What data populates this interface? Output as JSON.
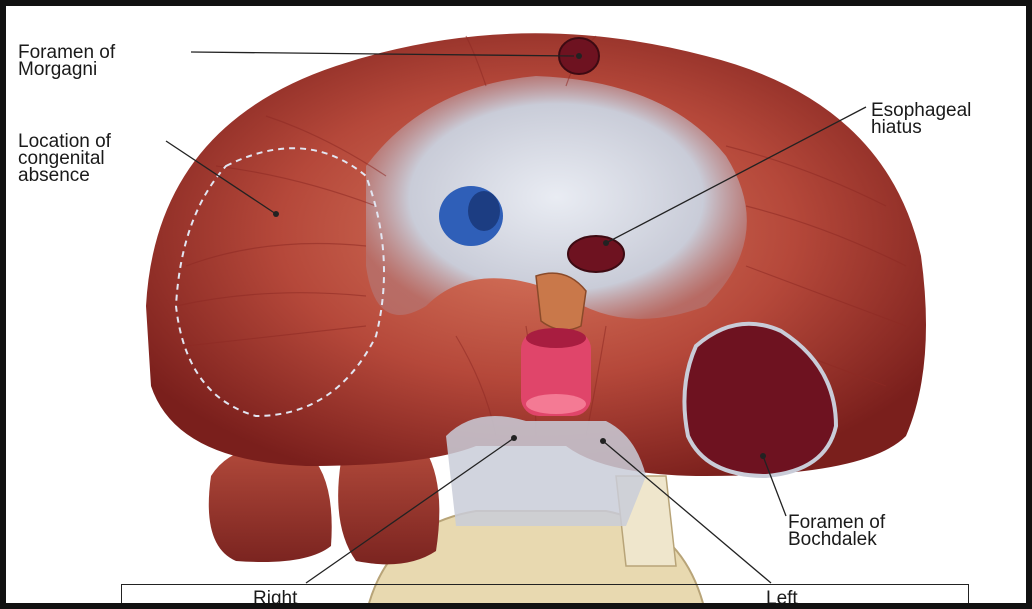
{
  "figure": {
    "labels": {
      "foramen_morgagni": "Foramen of\nMorgagni",
      "congenital_absence": "Location of\ncongenital\nabsence",
      "esophageal_hiatus": "Esophageal\nhiatus",
      "foramen_bochdalek": "Foramen of\nBochdalek",
      "right": "Right",
      "left": "Left"
    },
    "colors": {
      "muscle": "#b5483a",
      "muscle_dark": "#7a1f1c",
      "tendon": "#c9ccd8",
      "vena_cava": "#2f5fb8",
      "aorta": "#e0456a",
      "esophagus": "#c9784a",
      "vertebra": "#e8d9b0"
    }
  }
}
